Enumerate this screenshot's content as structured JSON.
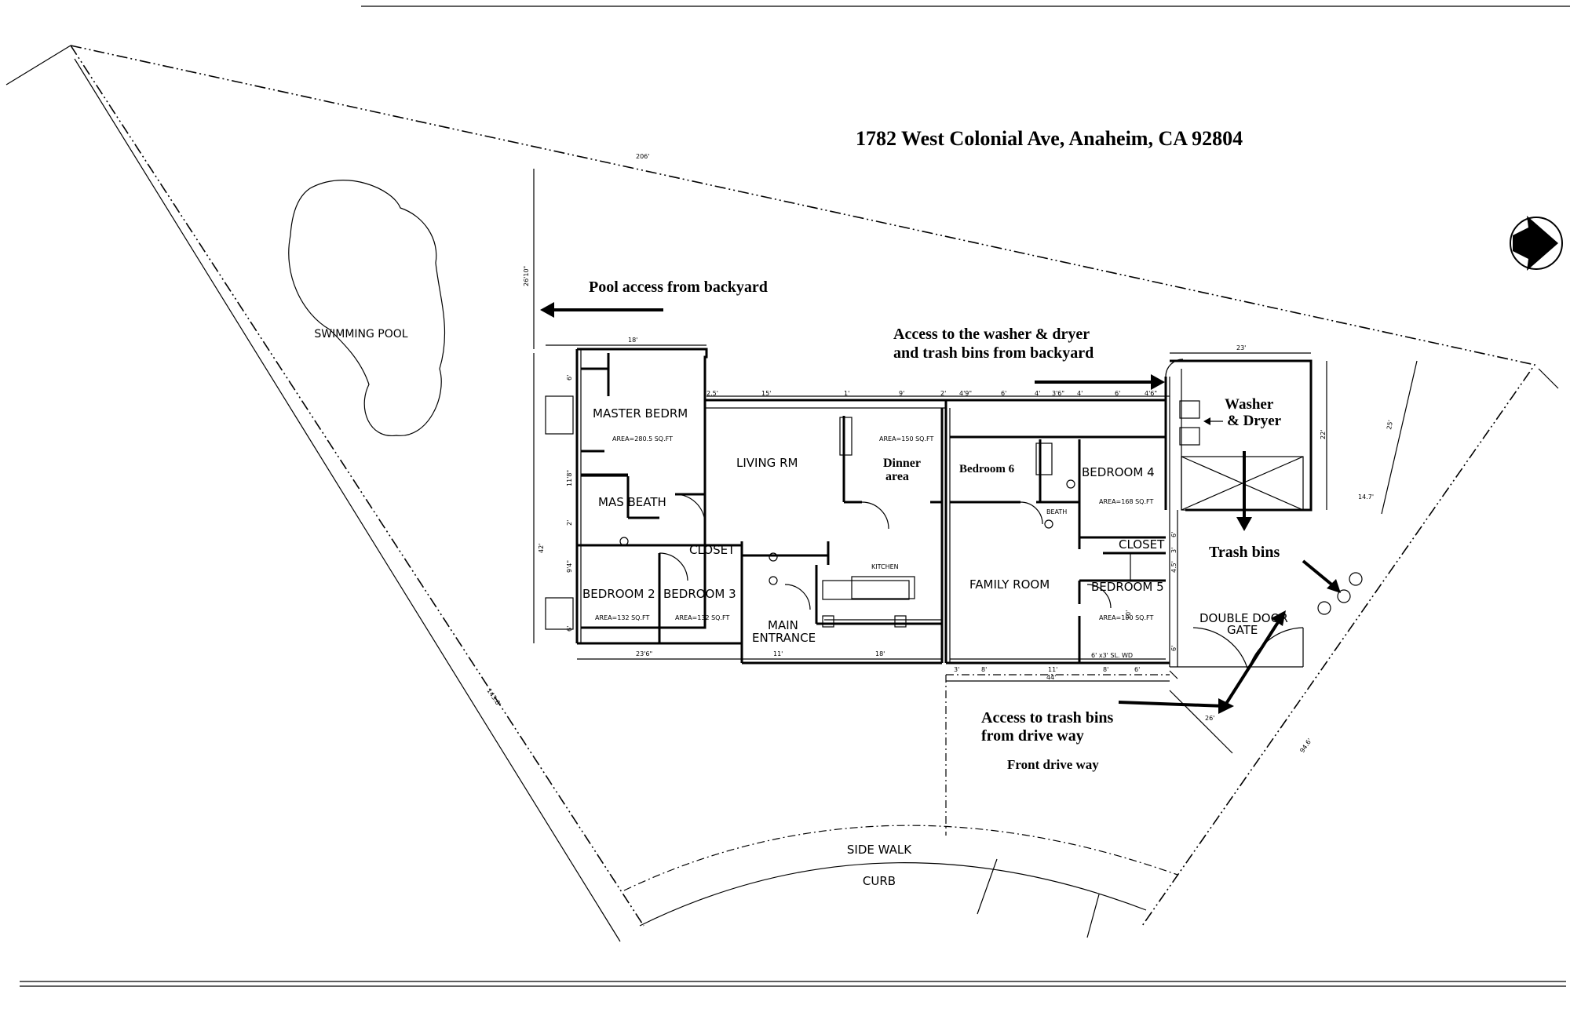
{
  "title": "1782 West Colonial Ave, Anaheim, CA 92804",
  "rooms": {
    "swimming_pool": "SWIMMING POOL",
    "master_bedroom": "MASTER BEDRM",
    "master_bedroom_area": "AREA=280.5 SQ.FT",
    "master_bath": "MAS BEATH",
    "living_room": "LIVING RM",
    "dinner_area_1": "Dinner",
    "dinner_area_2": "area",
    "dinner_area_size": "AREA=150 SQ.FT",
    "kitchen": "KITCHEN",
    "closet_left": "CLOSET",
    "bedroom_2": "BEDROOM 2",
    "bedroom_2_area": "AREA=132 SQ.FT",
    "bedroom_3": "BEDROOM 3",
    "bedroom_3_area": "AREA=132 SQ.FT",
    "main_entrance_1": "MAIN",
    "main_entrance_2": "ENTRANCE",
    "bedroom_6": "Bedroom 6",
    "bedroom_4": "BEDROOM 4",
    "bedroom_4_area": "AREA=168 SQ.FT",
    "bath_small": "BEATH",
    "closet_right": "CLOSET",
    "family_room": "FAMILY ROOM",
    "bedroom_5": "BEDROOM 5",
    "bedroom_5_area": "AREA=190 SQ.FT",
    "sliding_door": "6' x3' SL. WD"
  },
  "annotations": {
    "pool_access": "Pool access from backyard",
    "washer_access_1": "Access to the washer & dryer",
    "washer_access_2": "and trash bins from backyard",
    "washer_1": "Washer",
    "washer_2": "& Dryer",
    "trash_bins": "Trash bins",
    "gate_1": "DOUBLE DOOR",
    "gate_2": "GATE",
    "driveway_access_1": "Access to trash bins",
    "driveway_access_2": "from drive way",
    "front_driveway": "Front drive way",
    "sidewalk": "SIDE WALK",
    "curb": "CURB"
  },
  "dimensions": {
    "lot_top": "206'",
    "lot_left": "143.8'",
    "lot_right": "94.6'",
    "rear_setback": "26'10\"",
    "house_depth": "42'",
    "master_width": "18'",
    "west_wing_width": "23'6\"",
    "entry_width": "11'",
    "kitchen_width": "18'",
    "east_width": "44'",
    "east_1": "3'",
    "east_2": "8'",
    "east_3": "11'",
    "east_4": "8'",
    "east_5": "6'",
    "laundry_width": "23'",
    "laundry_depth": "22'",
    "right_setback": "25'",
    "side_14": "14.7'",
    "drive_26": "26'",
    "top_1": "2.5'",
    "top_2": "15'",
    "top_3": "1'",
    "top_4": "9'",
    "top_5": "2'",
    "top_6": "4'9\"",
    "top_7": "6'",
    "top_8": "4'",
    "top_9": "3'6\"",
    "top_10": "4'",
    "top_11": "6'",
    "top_12": "4'6\"",
    "left_1": "6'",
    "left_2": "11'8\"",
    "left_3": "2'",
    "left_4": "9'4\"",
    "left_5": "6'",
    "right_1": "6'",
    "right_2": "3'",
    "right_3": "4.5'",
    "right_4": "10'",
    "right_5": "6'"
  }
}
